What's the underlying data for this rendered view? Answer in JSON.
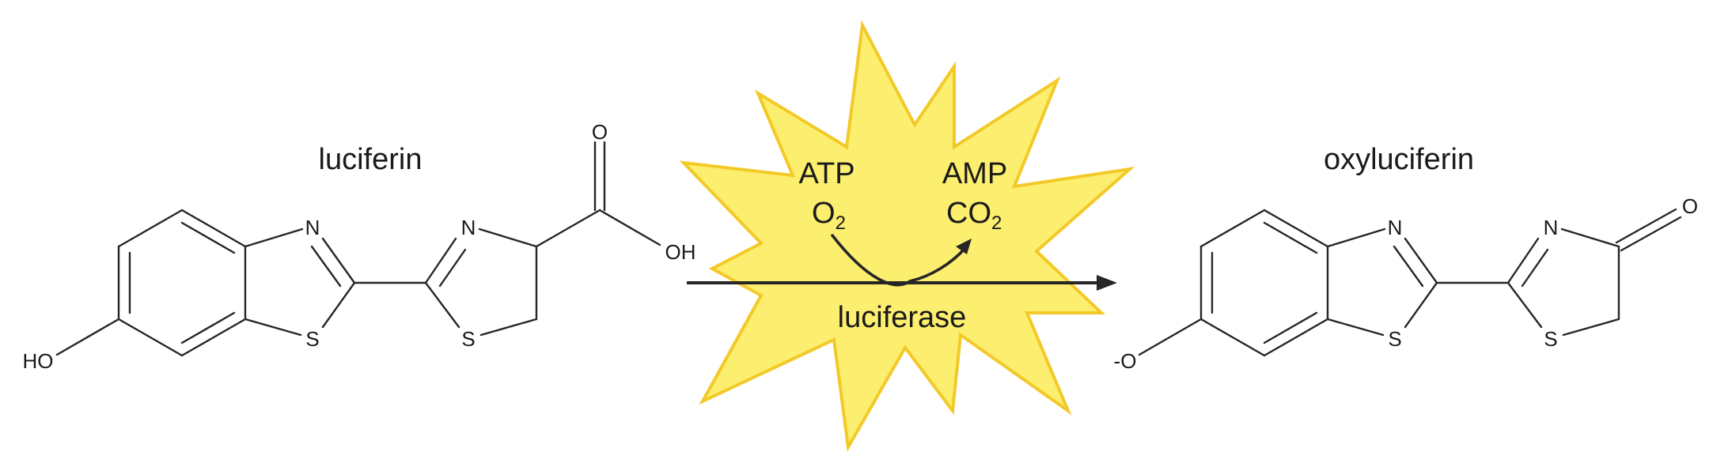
{
  "reactant": {
    "name": "luciferin",
    "atoms": {
      "n1": "N",
      "s1": "S",
      "n2": "N",
      "s2": "S",
      "o_carbonyl": "O",
      "oh_acid": "OH",
      "ho_phenol": "HO"
    }
  },
  "product": {
    "name": "oxyluciferin",
    "atoms": {
      "n1": "N",
      "s1": "S",
      "n2": "N",
      "s2": "S",
      "o_ketone": "O",
      "o_phenolate": "-O"
    }
  },
  "reaction": {
    "inputs": {
      "atp": "ATP",
      "o2_base": "O",
      "o2_sub": "2"
    },
    "outputs": {
      "amp": "AMP",
      "co2_base": "CO",
      "co2_sub": "2"
    },
    "enzyme": "luciferase"
  },
  "colors": {
    "burst_fill": "#FCEE6E",
    "burst_stroke": "#F3C928",
    "ink": "#262626"
  }
}
